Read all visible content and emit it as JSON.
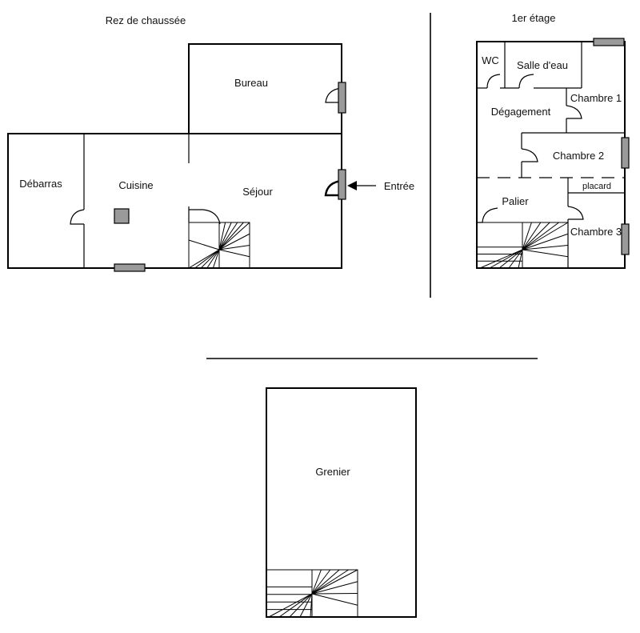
{
  "floors": {
    "ground": {
      "title": "Rez de chaussée",
      "rooms": {
        "bureau": "Bureau",
        "debarras": "Débarras",
        "cuisine": "Cuisine",
        "sejour": "Séjour"
      },
      "entrance": "Entrée"
    },
    "first": {
      "title": "1er étage",
      "rooms": {
        "wc": "WC",
        "salle_eau": "Salle d'eau",
        "degagement": "Dégagement",
        "chambre1": "Chambre 1",
        "chambre2": "Chambre 2",
        "placard": "placard",
        "palier": "Palier",
        "chambre3": "Chambre 3"
      }
    },
    "attic": {
      "rooms": {
        "grenier": "Grenier"
      }
    }
  }
}
